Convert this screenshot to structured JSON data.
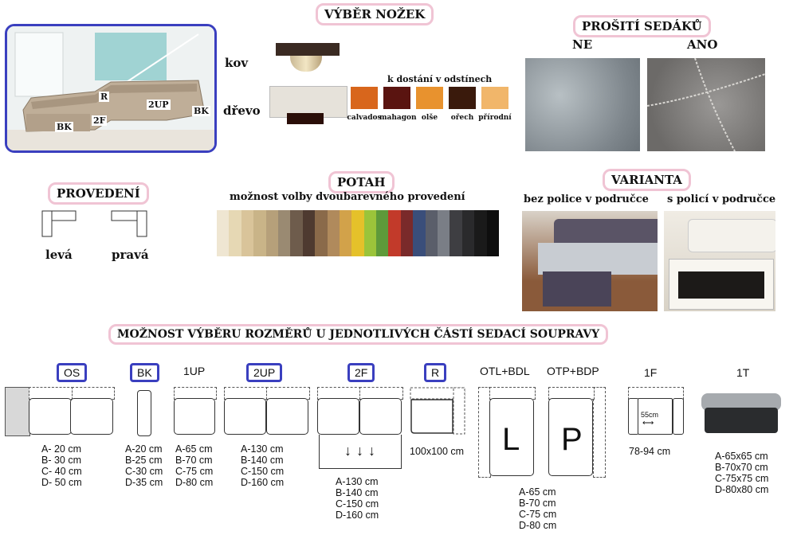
{
  "nozky": {
    "title": "VÝBĚR NOŽEK",
    "kov": "kov",
    "drevo": "dřevo",
    "shades_caption": "k dostání v odstínech",
    "shades": [
      {
        "name": "calvados",
        "color": "#d8661c"
      },
      {
        "name": "mahagon",
        "color": "#5a1410"
      },
      {
        "name": "olše",
        "color": "#e8922e"
      },
      {
        "name": "ořech",
        "color": "#3a1a0c"
      },
      {
        "name": "přírodní",
        "color": "#f1b66a"
      }
    ]
  },
  "hero": {
    "labels": [
      "R",
      "2UP",
      "BK",
      "BK",
      "2F"
    ]
  },
  "prositi": {
    "title": "PROŠITÍ SEDÁKŮ",
    "ne": "NE",
    "ano": "ANO"
  },
  "provedeni": {
    "title": "PROVEDENÍ",
    "leva": "levá",
    "prava": "pravá"
  },
  "potah": {
    "title": "POTAH",
    "subtitle": "možnost volby dvoubarevného provedení",
    "colors": [
      "#efe6d2",
      "#e6d8b4",
      "#d9c49a",
      "#c9b488",
      "#b6a07a",
      "#9a8a72",
      "#6e5c4c",
      "#4e3a30",
      "#8a6a4a",
      "#b08a5c",
      "#d2a24a",
      "#e5c12a",
      "#9bc43a",
      "#5e9a3a",
      "#c23a2a",
      "#7a2a2a",
      "#3a4e7a",
      "#5a5e6a",
      "#7a7e86",
      "#3e3e42",
      "#2a2a2c",
      "#1a1a1a",
      "#0e0e0e"
    ]
  },
  "varianta": {
    "title": "VARIANTA",
    "bez": "bez police v područce",
    "s": "s policí v područce"
  },
  "rozmery": {
    "title": "MOŽNOST VÝBĚRU ROZMĚRŮ U JEDNOTLIVÝCH ČÁSTÍ SEDACÍ SOUPRAVY",
    "modules": [
      {
        "tag": "OS",
        "dims": [
          "A- 20 cm",
          "B- 30 cm",
          "C- 40 cm",
          "D- 50 cm"
        ]
      },
      {
        "tag": "BK",
        "dims": [
          "A-20 cm",
          "B-25 cm",
          "C-30 cm",
          "D-35 cm"
        ]
      },
      {
        "tag": "1UP",
        "dims": [
          "A-65 cm",
          "B-70 cm",
          "C-75 cm",
          "D-80 cm"
        ]
      },
      {
        "tag": "2UP",
        "dims": [
          "A-130 cm",
          "B-140 cm",
          "C-150 cm",
          "D-160 cm"
        ]
      },
      {
        "tag": "2F",
        "arrows": "↓↓↓",
        "dims": [
          "A-130 cm",
          "B-140 cm",
          "C-150 cm",
          "D-160 cm"
        ]
      },
      {
        "tag": "R",
        "dims": [
          "100x100 cm"
        ]
      },
      {
        "tag": "OTL+BDL",
        "letter": "L"
      },
      {
        "tag": "OTP+BDP",
        "letter": "P",
        "dims": [
          "A-65 cm",
          "B-70 cm",
          "C-75 cm",
          "D-80 cm"
        ]
      },
      {
        "tag": "1F",
        "inner": "55cm",
        "dims": [
          "78-94 cm"
        ]
      },
      {
        "tag": "1T",
        "dims": [
          "A-65x65 cm",
          "B-70x70 cm",
          "C-75x75 cm",
          "D-80x80 cm"
        ]
      }
    ]
  }
}
